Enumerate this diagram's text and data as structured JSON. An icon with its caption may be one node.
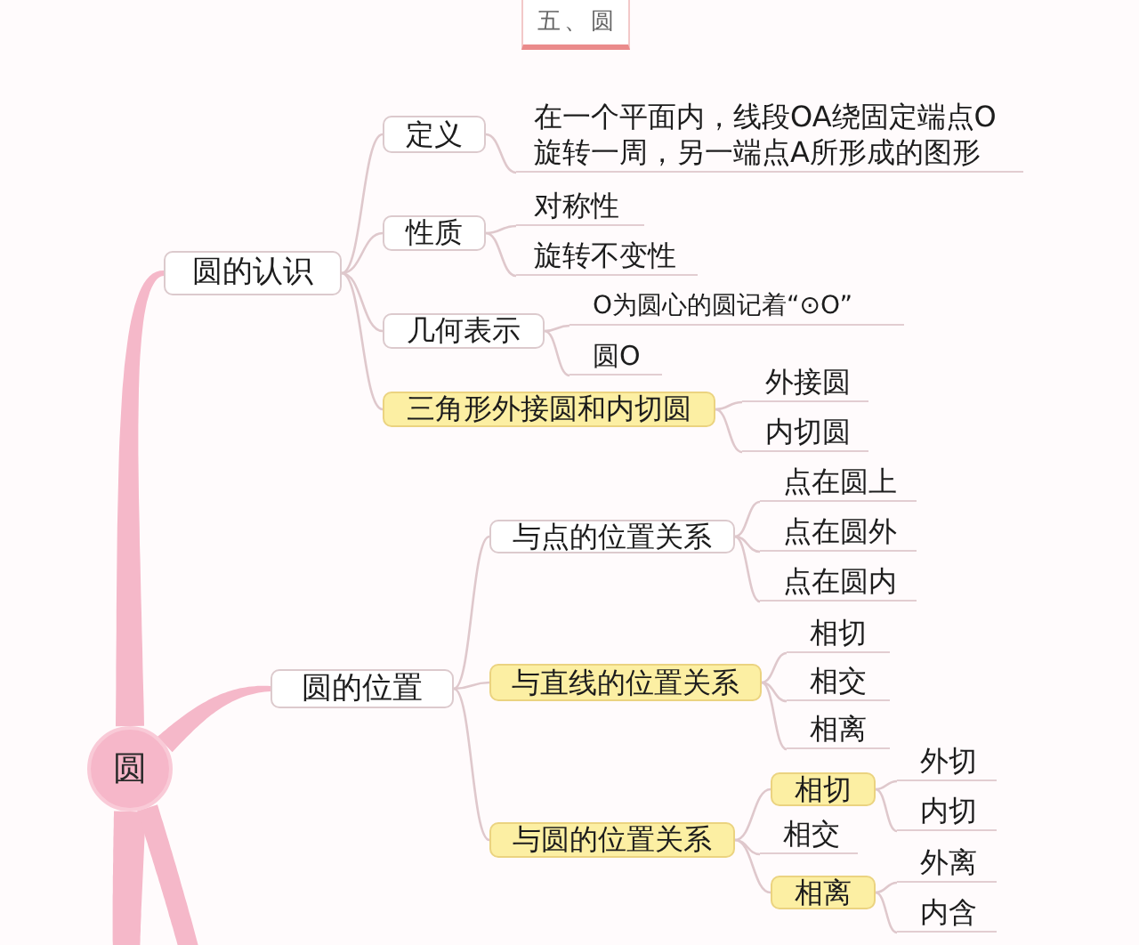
{
  "diagram": {
    "title": "五、圆",
    "nodes": [
      {
        "text": [
          "圆"
        ]
      },
      {
        "text": [
          "圆的认识"
        ]
      },
      {
        "text": [
          "定义"
        ]
      },
      {
        "text": [
          "在一个平面内，线段OA绕固定端点O旋转一周，另一端点A所形成的图形"
        ]
      },
      {
        "text": [
          "性质"
        ]
      },
      {
        "text": [
          "对称性"
        ]
      },
      {
        "text": [
          "旋转不变性"
        ]
      },
      {
        "text": [
          "几何表示"
        ]
      },
      {
        "text": [
          "O为圆心的圆记着“⊙O”"
        ]
      },
      {
        "text": [
          "圆O"
        ]
      },
      {
        "text": [
          "三角形外接圆和内切圆"
        ]
      },
      {
        "text": [
          "外接圆"
        ]
      },
      {
        "text": [
          "内切圆"
        ]
      },
      {
        "text": [
          "圆的位置"
        ]
      },
      {
        "text": [
          "与点的位置关系"
        ]
      },
      {
        "text": [
          "点在圆上"
        ]
      },
      {
        "text": [
          "点在圆外"
        ]
      },
      {
        "text": [
          "点在圆内"
        ]
      },
      {
        "text": [
          "与直线的位置关系"
        ]
      },
      {
        "text": [
          "相切"
        ]
      },
      {
        "text": [
          "相交"
        ]
      },
      {
        "text": [
          "相离"
        ]
      },
      {
        "text": [
          "与圆的位置关系"
        ]
      },
      {
        "text": [
          "相切"
        ]
      },
      {
        "text": [
          "外切"
        ]
      },
      {
        "text": [
          "内切"
        ]
      },
      {
        "text": [
          "相交"
        ]
      },
      {
        "text": [
          "相离"
        ]
      },
      {
        "text": [
          "外离"
        ]
      },
      {
        "text": [
          "内含"
        ]
      }
    ],
    "edges": [
      {
        "from": 0,
        "to": 1,
        "arrow": "none",
        "style": "thick",
        "color": "#f5b8c9"
      },
      {
        "from": 0,
        "to": 13,
        "arrow": "none",
        "style": "thick",
        "color": "#f5b8c9"
      },
      {
        "from": 0,
        "to": null,
        "arrow": "none",
        "style": "thick",
        "color": "#f5b8c9"
      },
      {
        "from": 0,
        "to": null,
        "arrow": "none",
        "style": "thick",
        "color": "#f5b8c9"
      },
      {
        "from": 1,
        "to": 2,
        "arrow": "none"
      },
      {
        "from": 1,
        "to": 4,
        "arrow": "none"
      },
      {
        "from": 1,
        "to": 7,
        "arrow": "none"
      },
      {
        "from": 1,
        "to": 10,
        "arrow": "none"
      },
      {
        "from": 2,
        "to": 3,
        "arrow": "none"
      },
      {
        "from": 4,
        "to": 5,
        "arrow": "none"
      },
      {
        "from": 4,
        "to": 6,
        "arrow": "none"
      },
      {
        "from": 7,
        "to": 8,
        "arrow": "none"
      },
      {
        "from": 7,
        "to": 9,
        "arrow": "none"
      },
      {
        "from": 10,
        "to": 11,
        "arrow": "none"
      },
      {
        "from": 10,
        "to": 12,
        "arrow": "none"
      },
      {
        "from": 13,
        "to": 14,
        "arrow": "none"
      },
      {
        "from": 13,
        "to": 18,
        "arrow": "none"
      },
      {
        "from": 13,
        "to": 22,
        "arrow": "none"
      },
      {
        "from": 14,
        "to": 15,
        "arrow": "none"
      },
      {
        "from": 14,
        "to": 16,
        "arrow": "none"
      },
      {
        "from": 14,
        "to": 17,
        "arrow": "none"
      },
      {
        "from": 18,
        "to": 19,
        "arrow": "none"
      },
      {
        "from": 18,
        "to": 20,
        "arrow": "none"
      },
      {
        "from": 18,
        "to": 21,
        "arrow": "none"
      },
      {
        "from": 22,
        "to": 23,
        "arrow": "none"
      },
      {
        "from": 22,
        "to": 26,
        "arrow": "none"
      },
      {
        "from": 22,
        "to": 27,
        "arrow": "none"
      },
      {
        "from": 23,
        "to": 24,
        "arrow": "none"
      },
      {
        "from": 23,
        "to": 25,
        "arrow": "none"
      },
      {
        "from": 27,
        "to": 28,
        "arrow": "none"
      },
      {
        "from": 27,
        "to": 29,
        "arrow": "none"
      }
    ]
  }
}
